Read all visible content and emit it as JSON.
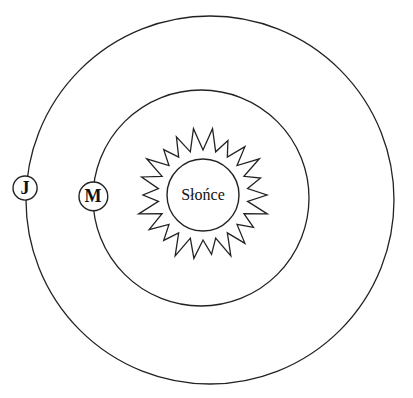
{
  "diagram": {
    "nodes": [
      {
        "text": [
          "J"
        ]
      },
      {
        "text": [
          "M"
        ]
      },
      {
        "text": [
          "Słońce"
        ]
      }
    ]
  }
}
